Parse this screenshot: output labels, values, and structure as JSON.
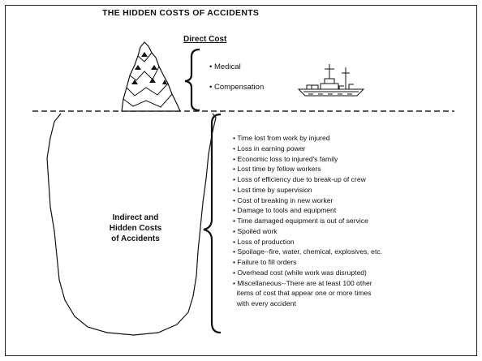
{
  "title": "THE HIDDEN COSTS OF ACCIDENTS",
  "direct_cost": {
    "label": "Direct Cost",
    "items": [
      "• Medical",
      "• Compensation"
    ]
  },
  "hidden_cost": {
    "label_lines": [
      "Indirect and",
      "Hidden Costs",
      "of Accidents"
    ],
    "items": [
      "• Time lost from work by injured",
      "• Loss in earning power",
      "• Economic loss to injured's family",
      "• Lost time by fellow workers",
      "• Loss of efficiency due to break-up of crew",
      "• Lost time by supervision",
      "• Cost of breaking in new worker",
      "• Damage to tools and equipment",
      "• Time damaged equipment is out of service",
      "• Spoiled work",
      "• Loss of production",
      "• Spoilage--fire, water, chemical, explosives, etc.",
      "• Failure to fill orders",
      "• Overhead cost (while work was disrupted)",
      "• Miscellaneous--There are at least 100 other",
      "  items of cost that appear one or more times",
      "  with every accident"
    ]
  },
  "icons": [
    "iceberg-icon",
    "ship-icon",
    "brace-icon",
    "waterline-icon"
  ]
}
